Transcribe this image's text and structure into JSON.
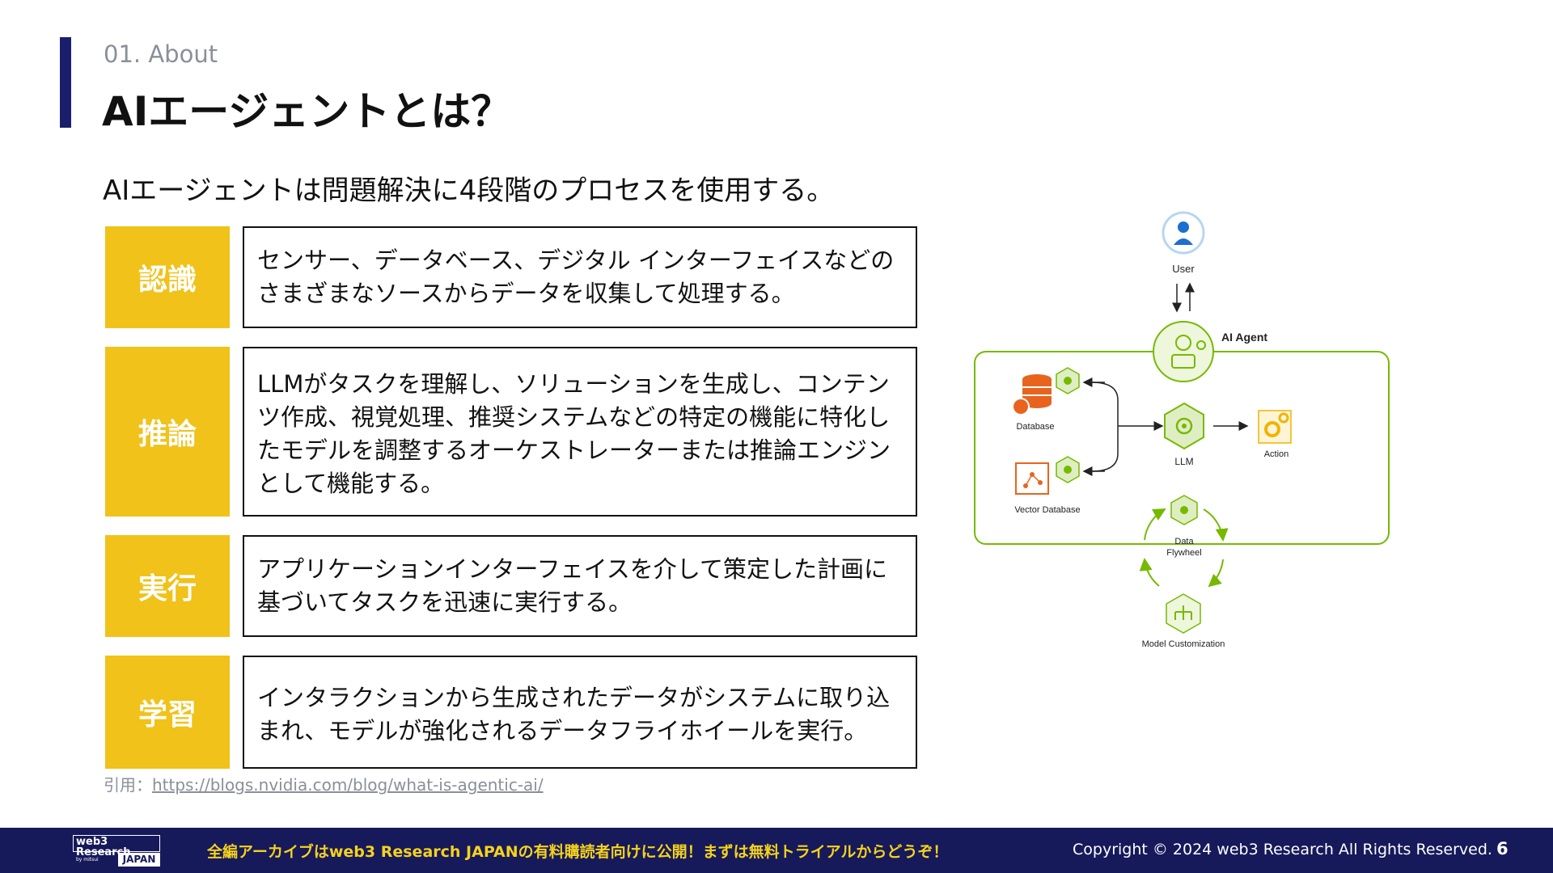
{
  "header": {
    "section_label": "01. About",
    "title": "AIエージェントとは？"
  },
  "intro": "AIエージェントは問題解決に4段階のプロセスを使用する。",
  "steps": [
    {
      "label": "認識",
      "text": "センサー、データベース、デジタル インターフェイスなどのさまざまなソースからデータを収集して処理する。"
    },
    {
      "label": "推論",
      "text": "LLMがタスクを理解し、ソリューションを生成し、コンテンツ作成、視覚処理、推奨システムなどの特定の機能に特化したモデルを調整するオーケストレーターまたは推論エンジンとして機能する。"
    },
    {
      "label": "実行",
      "text": "アプリケーションインターフェイスを介して策定した計画に基づいてタスクを迅速に実行する。"
    },
    {
      "label": "学習",
      "text": "インタラクションから生成されたデータがシステムに取り込まれ、モデルが強化されるデータフライホイールを実行。"
    }
  ],
  "citation": {
    "prefix": "引用：",
    "url": "https://blogs.nvidia.com/blog/what-is-agentic-ai/"
  },
  "diagram": {
    "user": "User",
    "agent": "AI Agent",
    "database": "Database",
    "vector_database": "Vector Database",
    "llm": "LLM",
    "action": "Action",
    "flywheel_line1": "Data",
    "flywheel_line2": "Flywheel",
    "model_customization": "Model Customization",
    "colors": {
      "green": "#76b900",
      "orange": "#e8641e",
      "user_blue": "#1c6fd1",
      "gold": "#f0b400"
    }
  },
  "footer": {
    "logo_line1": "web3 Research",
    "logo_by": "by mitsui",
    "logo_line2": "JAPAN",
    "promo": "全編アーカイブはweb3 Research JAPANの有料購読者向けに公開！まずは無料トライアルからどうぞ！",
    "copyright": "Copyright © 2024 web3 Research All Rights Reserved.",
    "page_number": "6"
  }
}
